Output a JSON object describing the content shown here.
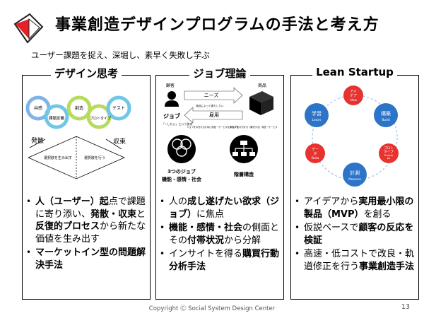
{
  "header": {
    "title": "事業創造デザインプログラムの手法と考え方",
    "subtitle": "ユーザー課題を捉え、深堀し、素早く失敗し学ぶ"
  },
  "panels": [
    {
      "title": "デザイン思考",
      "diagram": {
        "steps": [
          "共感",
          "課題定義",
          "創造",
          "プロトタイプ",
          "テスト"
        ],
        "diverge": "発散",
        "converge": "収束",
        "left_box": "選択肢を生み出す",
        "right_box": "選択肢を行う"
      },
      "bullets": [
        [
          {
            "t": "人（ユーザー）起",
            "b": true
          },
          {
            "t": "点で課題に寄り添い、",
            "b": false
          },
          {
            "t": "発散・収束",
            "b": true
          },
          {
            "t": "と",
            "b": false
          },
          {
            "t": "反復的プロセス",
            "b": true
          },
          {
            "t": "から新たな価値を生み出す",
            "b": false
          }
        ],
        [
          {
            "t": "マーケットイン型の問題解決手法",
            "b": true
          }
        ]
      ]
    },
    {
      "title": "ジョブ理論",
      "diagram": {
        "customer": "顧客",
        "product": "商品",
        "needs": "ニーズ",
        "needs_sub": "商品によって満たしたい",
        "hire": "雇用",
        "hire_sub": "ジョブを片付けるために商品・サービスを雇用する",
        "job": "ジョブ",
        "job_sub": "「~したい」という欲求",
        "product_sub": "ジョブを片付ける（解決する）商品・サービス",
        "three_jobs": "3つのジョブ",
        "three_jobs_sub": "機能・感情・社会",
        "hierarchy": "階層構造"
      },
      "bullets": [
        [
          {
            "t": "人の",
            "b": false
          },
          {
            "t": "成し遂げたい欲求（ジョブ）",
            "b": true
          },
          {
            "t": "に焦点",
            "b": false
          }
        ],
        [
          {
            "t": "機能・感情・社会",
            "b": true
          },
          {
            "t": "の側面とその",
            "b": false
          },
          {
            "t": "付帯状況",
            "b": true
          },
          {
            "t": "から分解",
            "b": false
          }
        ],
        [
          {
            "t": "インサイトを得る",
            "b": false
          },
          {
            "t": "購買行動分析手法",
            "b": true
          }
        ]
      ]
    },
    {
      "title": "Lean Startup",
      "diagram": {
        "idea": [
          "アイ",
          "デア",
          "Idea"
        ],
        "build": [
          "構築",
          "Build"
        ],
        "prototype": [
          "プロト",
          "タイプ",
          "Prototy",
          "pe"
        ],
        "measure": [
          "計測",
          "Measure"
        ],
        "data": [
          "デー",
          "タ",
          "Data"
        ],
        "learn": [
          "学習",
          "Learn"
        ]
      },
      "bullets": [
        [
          {
            "t": "アイデアから",
            "b": false
          },
          {
            "t": "実用最小限の製品（MVP）",
            "b": true
          },
          {
            "t": "を創る",
            "b": false
          }
        ],
        [
          {
            "t": "仮説ベースで",
            "b": false
          },
          {
            "t": "顧客の反応を検証",
            "b": true
          }
        ],
        [
          {
            "t": "高速・低コストで改良・軌道修正を行う",
            "b": false
          },
          {
            "t": "事業創造手法",
            "b": true
          }
        ]
      ]
    }
  ],
  "footer": "Copyright Ⓒ Social System Design Center",
  "page_number": "13",
  "colors": {
    "logo_red": "#e5212a",
    "blue": "#2c74c8",
    "red": "#e8322f",
    "loop_green": "#b7db5b",
    "loop_blue": "#7fb4e6",
    "loop_cyan": "#6fc7e6"
  }
}
